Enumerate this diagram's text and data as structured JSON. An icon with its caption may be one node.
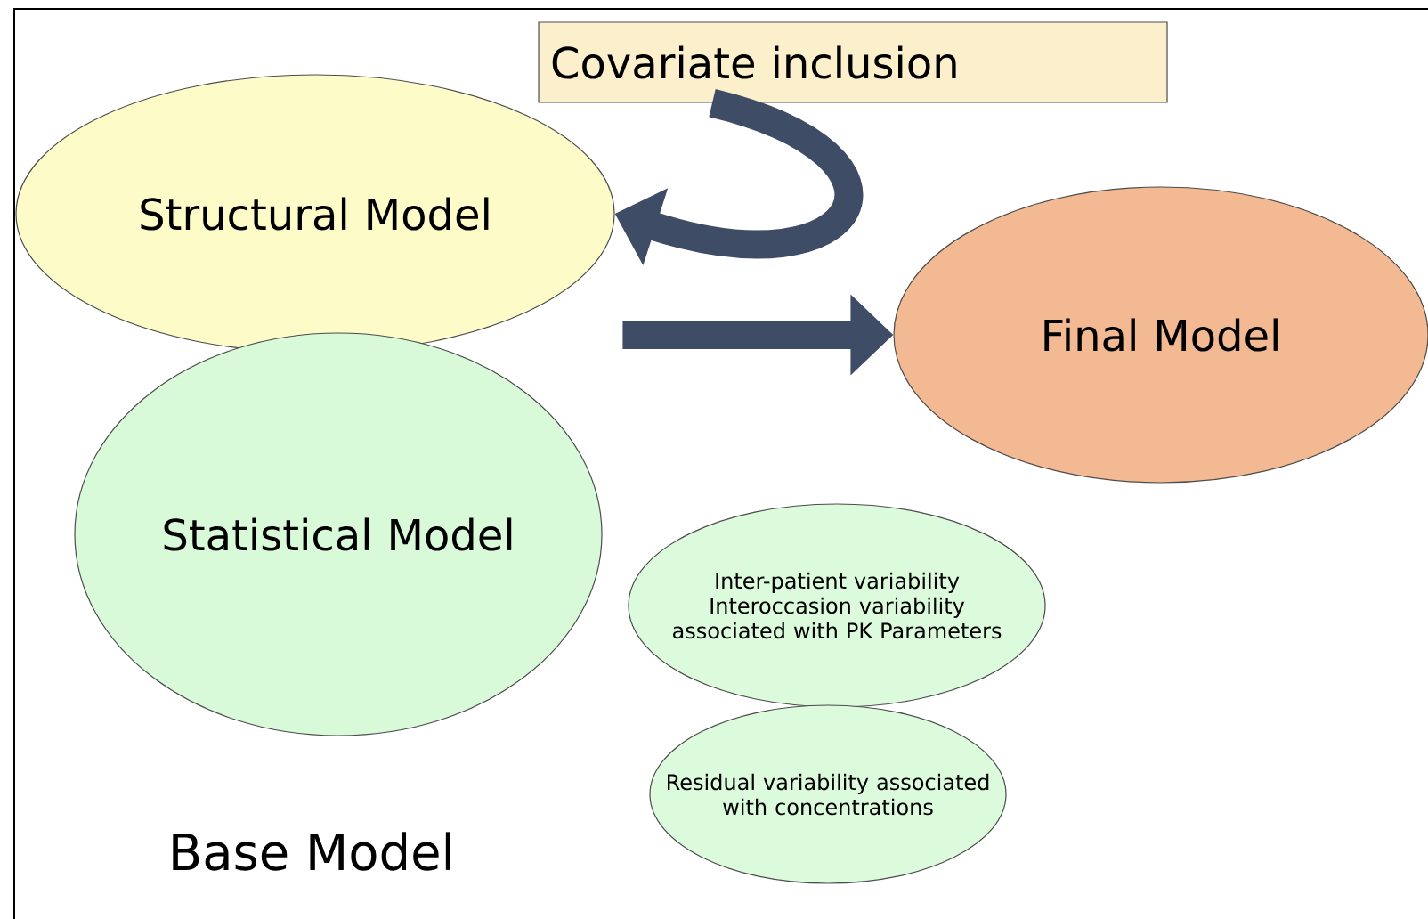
{
  "diagram": {
    "nodes": [
      {
        "text": [
          "Covariate inclusion"
        ]
      },
      {
        "text": [
          "Structural Model"
        ]
      },
      {
        "text": [
          "Statistical Model"
        ]
      },
      {
        "text": [
          "Final Model"
        ]
      },
      {
        "text": [
          "Inter-patient variability Interoccasion variability associated with PK Parameters"
        ]
      },
      {
        "text": [
          "Residual variability associated with concentrations"
        ]
      }
    ],
    "edges": [
      {
        "from": 0,
        "to": 1,
        "arrow": "to"
      },
      {
        "from": null,
        "to": 3,
        "arrow": "to"
      }
    ],
    "labels": [
      "Base Model"
    ]
  }
}
